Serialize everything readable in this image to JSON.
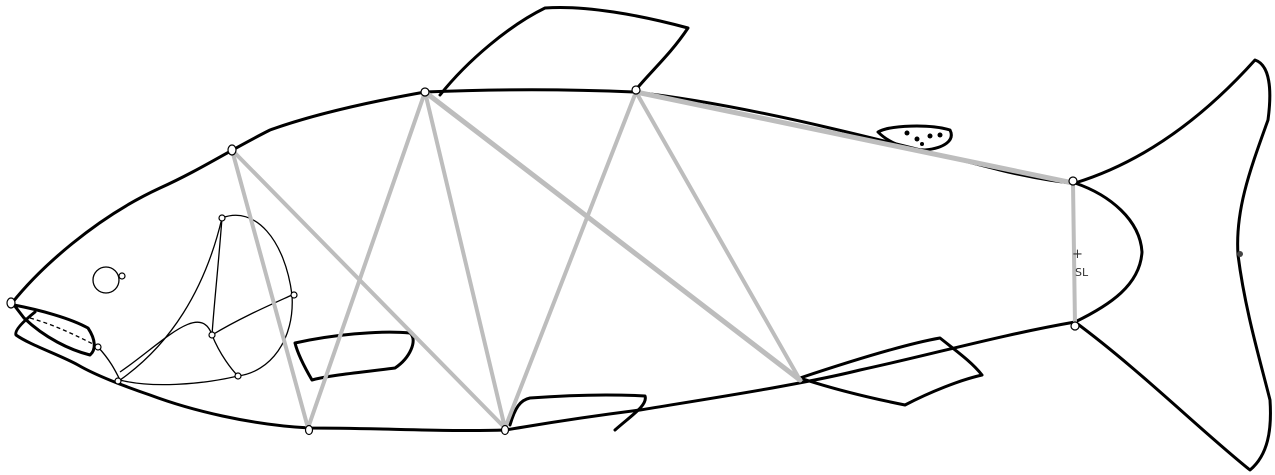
{
  "diagram": {
    "subject": "fish",
    "colors": {
      "outline": "#000000",
      "truss": "#bdbdbd",
      "background": "#ffffff"
    },
    "caudal_note_symbol": "+",
    "caudal_note_text": "SL",
    "landmarks": [
      "1",
      "2",
      "3",
      "4",
      "5",
      "6",
      "7",
      "8",
      "9",
      "10",
      "11",
      "12",
      "13",
      "14"
    ],
    "truss_links": [
      [
        "2",
        "5"
      ],
      [
        "2",
        "6"
      ],
      [
        "3",
        "6"
      ],
      [
        "3",
        "7"
      ],
      [
        "3",
        "8"
      ],
      [
        "3",
        "10"
      ],
      [
        "4",
        "8"
      ],
      [
        "4",
        "9"
      ],
      [
        "4",
        "10"
      ],
      [
        "4",
        "11"
      ],
      [
        "11",
        "12"
      ]
    ]
  }
}
